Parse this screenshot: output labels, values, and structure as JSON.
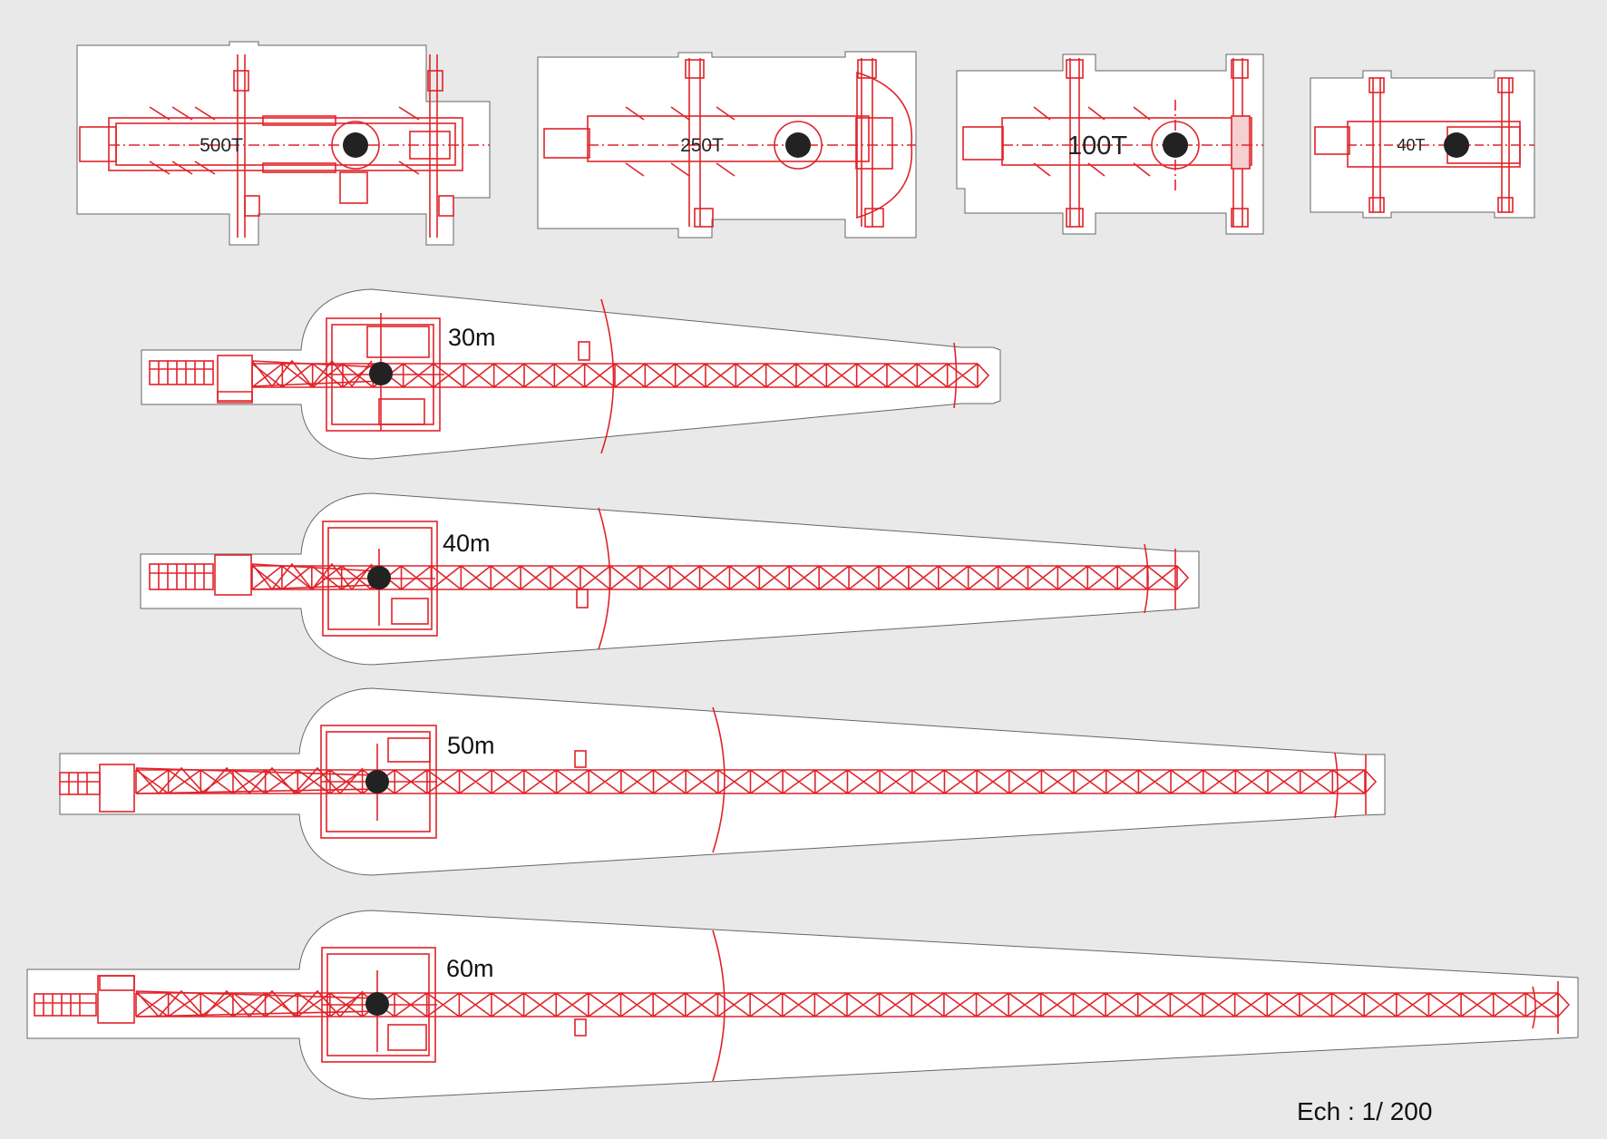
{
  "mobile_cranes": [
    {
      "id": "500t",
      "label": "500T"
    },
    {
      "id": "250t",
      "label": "250T"
    },
    {
      "id": "100t",
      "label": "100T"
    },
    {
      "id": "40t",
      "label": "40T"
    }
  ],
  "tower_cranes": [
    {
      "id": "30m",
      "label": "30m"
    },
    {
      "id": "40m",
      "label": "40m"
    },
    {
      "id": "50m",
      "label": "50m"
    },
    {
      "id": "60m",
      "label": "60m"
    }
  ],
  "scale_label": "Ech : 1/ 200",
  "colors": {
    "background": "#e9e9e9",
    "footprint_fill": "#ffffff",
    "footprint_outline": "#555555",
    "crane_line": "#e0232a",
    "pivot": "#222222"
  }
}
